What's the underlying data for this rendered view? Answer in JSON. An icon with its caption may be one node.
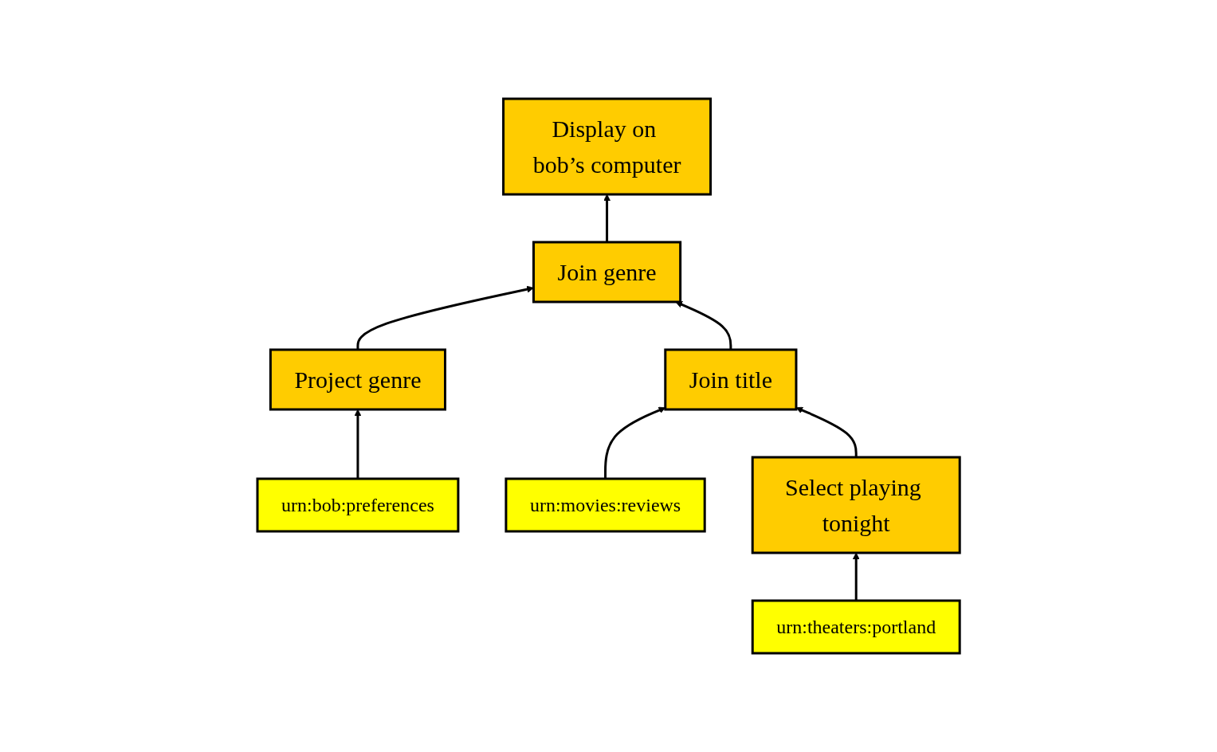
{
  "diagram": {
    "nodes": [
      {
        "text": [
          "Display on bob’s computer"
        ]
      },
      {
        "text": [
          "Join genre"
        ]
      },
      {
        "text": [
          "Project genre"
        ]
      },
      {
        "text": [
          "Join title"
        ]
      },
      {
        "text": [
          "urn:bob:preferences"
        ]
      },
      {
        "text": [
          "urn:movies:reviews"
        ]
      },
      {
        "text": [
          "Select playing tonight"
        ]
      },
      {
        "text": [
          "urn:theaters:portland"
        ]
      }
    ],
    "edges": [
      {
        "from": 1,
        "to": 0,
        "arrow": "to"
      },
      {
        "from": 2,
        "to": 1,
        "arrow": "to"
      },
      {
        "from": 3,
        "to": 1,
        "arrow": "to"
      },
      {
        "from": 4,
        "to": 2,
        "arrow": "to"
      },
      {
        "from": 5,
        "to": 3,
        "arrow": "to"
      },
      {
        "from": 6,
        "to": 3,
        "arrow": "to"
      },
      {
        "from": 7,
        "to": 6,
        "arrow": "to"
      }
    ]
  }
}
